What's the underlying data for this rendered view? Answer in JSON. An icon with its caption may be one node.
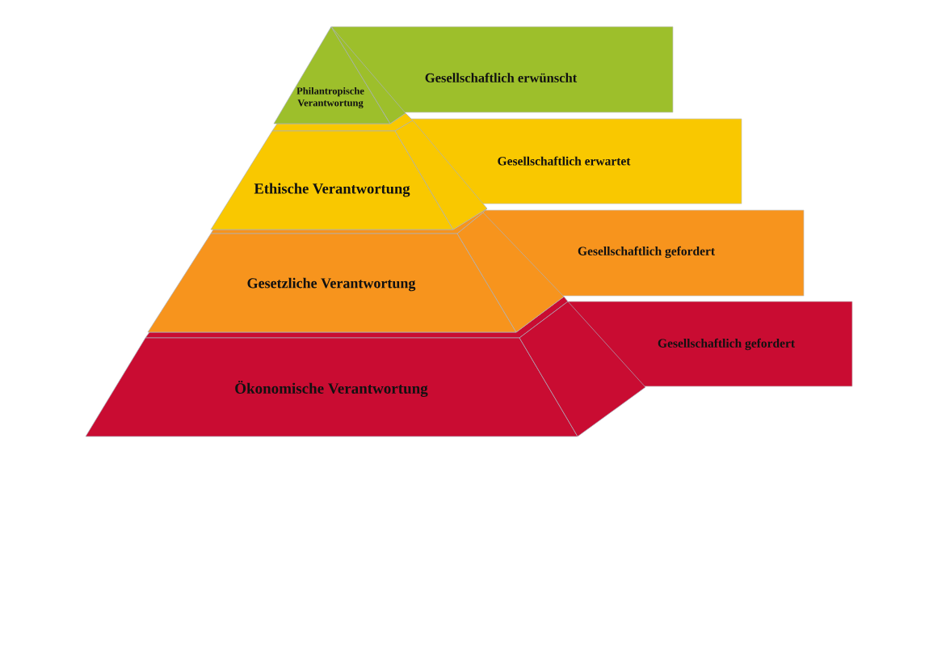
{
  "diagram": {
    "nodes": [
      {
        "text": [
          "Philantropische Verantwortung"
        ]
      },
      {
        "text": [
          "Gesellschaftlich erwünscht"
        ]
      },
      {
        "text": [
          "Ethische Verantwortung"
        ]
      },
      {
        "text": [
          "Gesellschaftlich erwartet"
        ]
      },
      {
        "text": [
          "Gesetzliche Verantwortung"
        ]
      },
      {
        "text": [
          "Gesellschaftlich gefordert"
        ]
      },
      {
        "text": [
          "Ökonomische Verantwortung"
        ]
      },
      {
        "text": [
          "Gesellschaftlich gefordert"
        ]
      }
    ]
  }
}
